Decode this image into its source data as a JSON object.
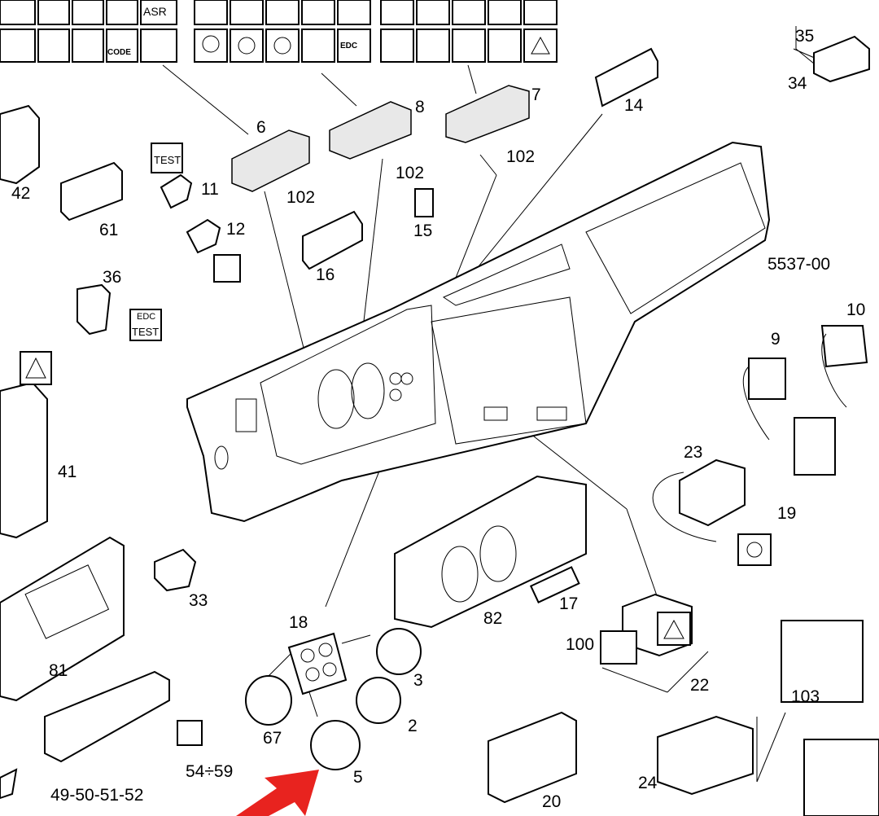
{
  "diagram": {
    "reference_code": "5537-00",
    "icon_texts": {
      "asr": "ASR",
      "code": "CODE",
      "edc_top": "EDC",
      "test": "TEST",
      "edc_test_1": "EDC",
      "edc_test_2": "TEST"
    },
    "part_labels": [
      "6",
      "8",
      "7",
      "14",
      "35",
      "34",
      "102",
      "102",
      "102",
      "42",
      "61",
      "11",
      "12",
      "15",
      "16",
      "36",
      "10",
      "9",
      "41",
      "23",
      "19",
      "33",
      "81",
      "18",
      "3",
      "82",
      "17",
      "100",
      "22",
      "103",
      "67",
      "2",
      "5",
      "54÷59",
      "49-50-51-52",
      "20",
      "24"
    ],
    "highlight_color": "#e8231f"
  }
}
